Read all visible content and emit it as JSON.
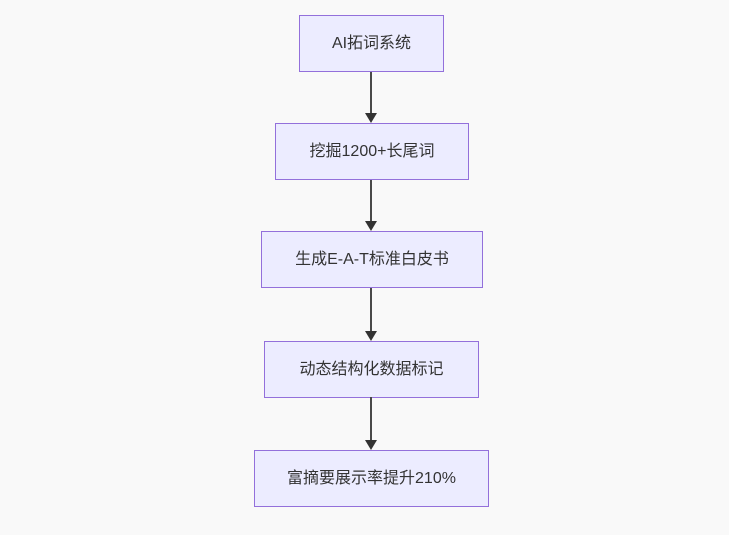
{
  "flowchart": {
    "type": "flowchart-top-down",
    "style": {
      "background_color": "#f9f9f9",
      "node_fill_color": "#ECECFF",
      "node_border_color": "#9370DB",
      "node_text_color": "#333333",
      "arrow_color": "#333333"
    },
    "nodes": [
      {
        "id": "A",
        "label": "AI拓词系统"
      },
      {
        "id": "B",
        "label": "挖掘1200+长尾词"
      },
      {
        "id": "C",
        "label": "生成E-A-T标准白皮书"
      },
      {
        "id": "D",
        "label": "动态结构化数据标记"
      },
      {
        "id": "E",
        "label": "富摘要展示率提升210%"
      }
    ],
    "edges": [
      {
        "from": "A",
        "to": "B"
      },
      {
        "from": "B",
        "to": "C"
      },
      {
        "from": "C",
        "to": "D"
      },
      {
        "from": "D",
        "to": "E"
      }
    ]
  }
}
